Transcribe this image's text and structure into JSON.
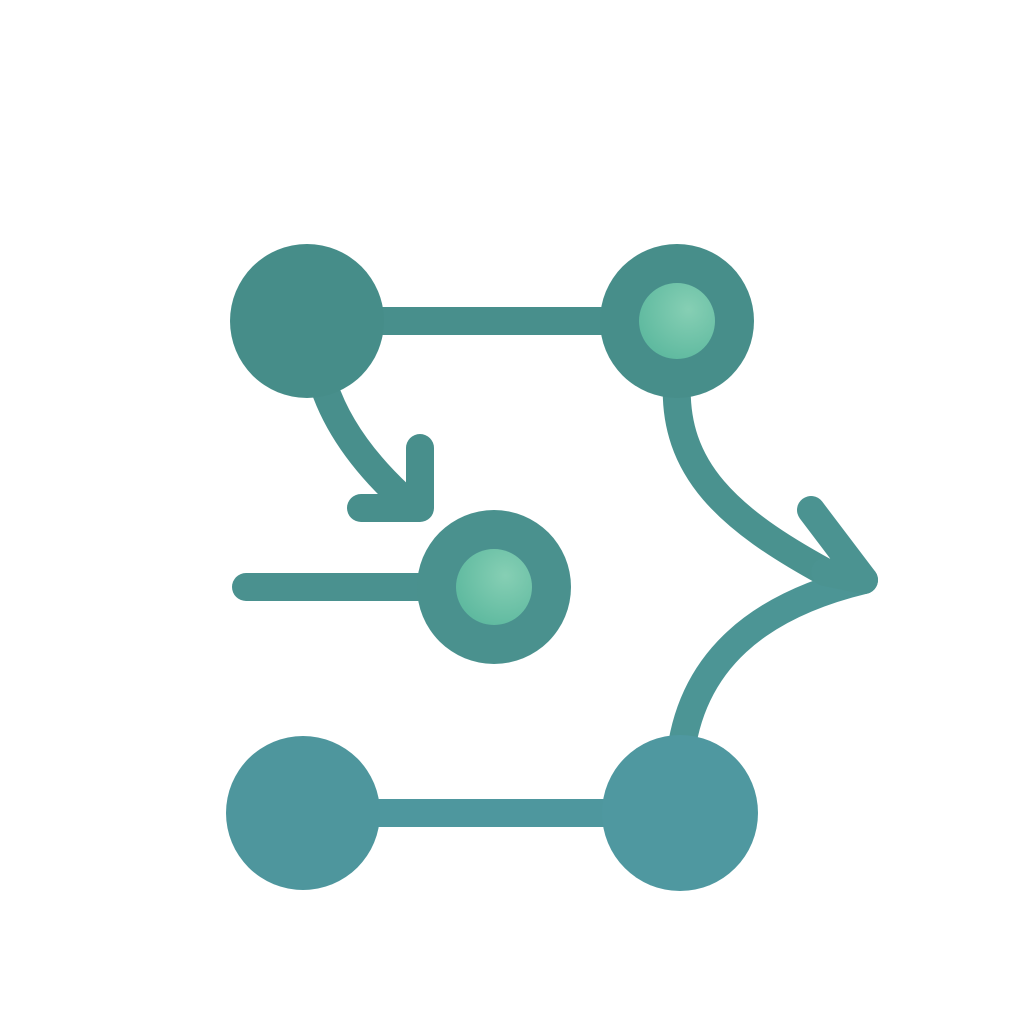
{
  "diagram": {
    "kind": "workflow-branch-icon",
    "colors": {
      "background": "#ffffff",
      "teal_top": "#468d89",
      "teal_bottom": "#4f98a0",
      "node_inner_light": "#86cfb4",
      "node_inner_dark": "#5cb89e"
    },
    "nodes": [
      {
        "id": "node-top-left",
        "style": "solid"
      },
      {
        "id": "node-top-right",
        "style": "ring"
      },
      {
        "id": "node-middle",
        "style": "ring"
      },
      {
        "id": "node-bottom-left",
        "style": "solid"
      },
      {
        "id": "node-bottom-right",
        "style": "solid"
      }
    ],
    "edges": [
      {
        "id": "edge-top",
        "from": "node-top-left",
        "to": "node-top-right",
        "style": "line"
      },
      {
        "id": "edge-down-arrow",
        "from": "node-top-left",
        "to": "node-middle",
        "style": "curved-arrow"
      },
      {
        "id": "edge-input",
        "from": null,
        "to": "node-middle",
        "style": "line"
      },
      {
        "id": "edge-merge-arrow",
        "from": "node-top-right",
        "to": "node-bottom-right",
        "style": "curved-arrow"
      },
      {
        "id": "edge-bottom",
        "from": "node-bottom-left",
        "to": "node-bottom-right",
        "style": "line"
      }
    ]
  }
}
